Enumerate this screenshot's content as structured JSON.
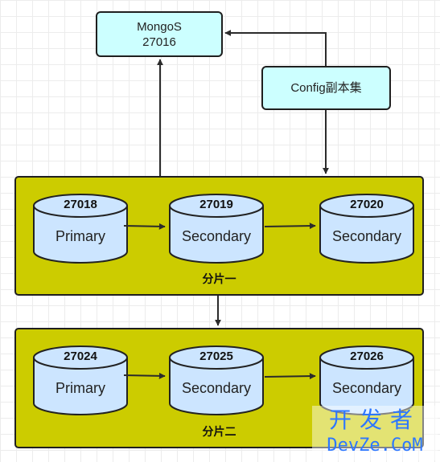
{
  "mongos": {
    "line1": "MongoS",
    "line2": "27016"
  },
  "config": {
    "label": "Config副本集"
  },
  "shards": [
    {
      "label": "分片一",
      "nodes": [
        {
          "port": "27018",
          "role": "Primary"
        },
        {
          "port": "27019",
          "role": "Secondary"
        },
        {
          "port": "27020",
          "role": "Secondary"
        }
      ]
    },
    {
      "label": "分片二",
      "nodes": [
        {
          "port": "27024",
          "role": "Primary"
        },
        {
          "port": "27025",
          "role": "Secondary"
        },
        {
          "port": "27026",
          "role": "Secondary"
        }
      ]
    }
  ],
  "watermark": {
    "cn": "开发者",
    "en": "DevZe.CoM"
  },
  "colors": {
    "node_fill": "#cce5ff",
    "shard_fill": "#cccc00",
    "top_box_fill": "#ccffff",
    "arrow": "#2b2b2b",
    "watermark": "#2d77ff"
  }
}
